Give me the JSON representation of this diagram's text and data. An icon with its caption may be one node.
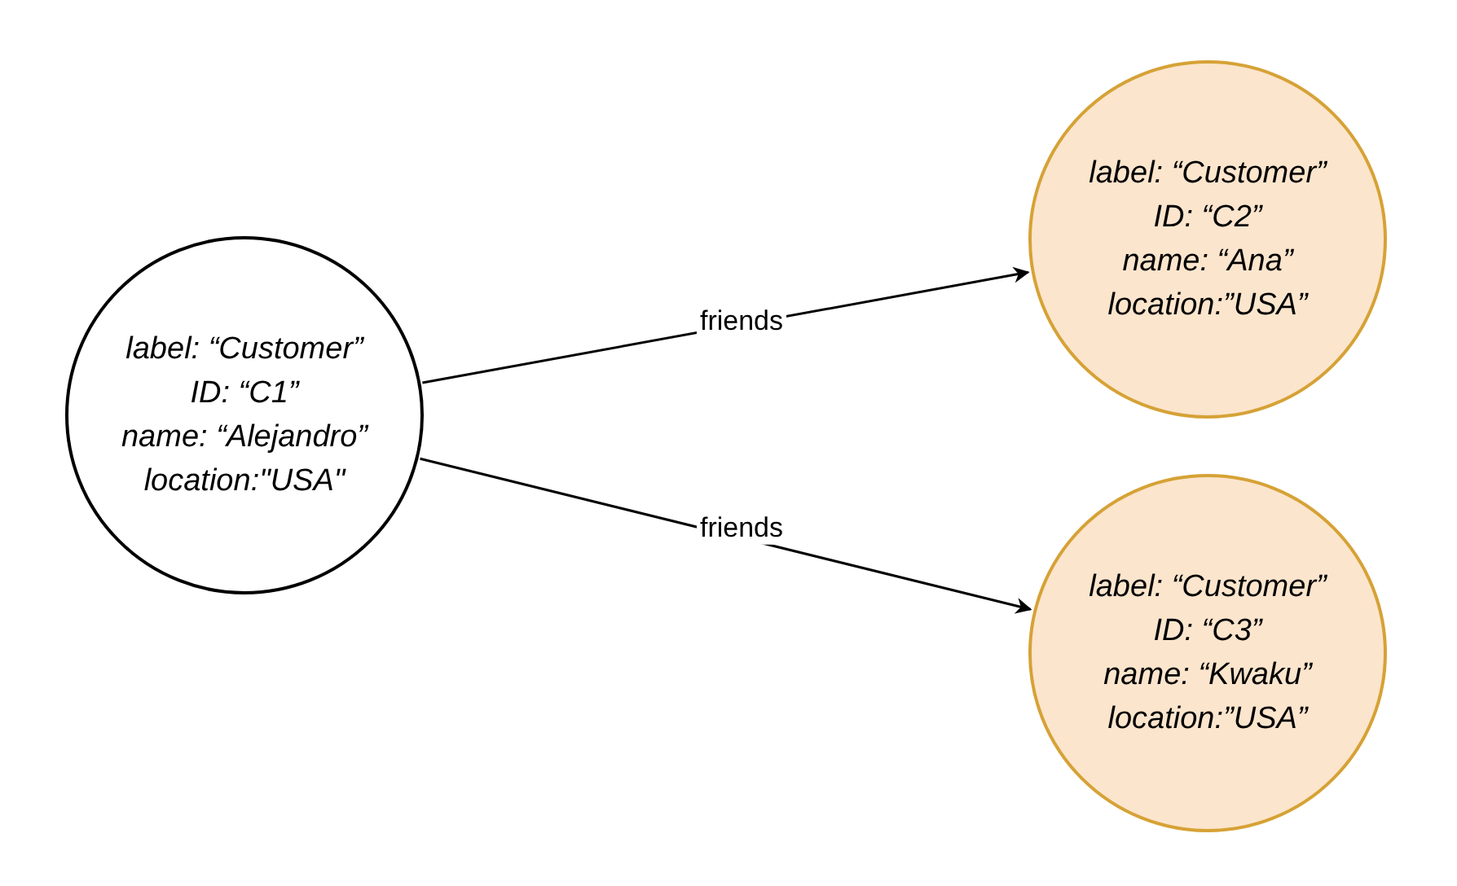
{
  "diagram": {
    "nodes": [
      {
        "text": [
          "label: “Customer”",
          "ID: “C1”",
          "name: “Alejandro”",
          "location:\"USA\""
        ]
      },
      {
        "text": [
          "label: “Customer”",
          "ID: “C2”",
          "name: “Ana”",
          "location:”USA”"
        ]
      },
      {
        "text": [
          "label: “Customer”",
          "ID: “C3”",
          "name: “Kwaku”",
          "location:”USA”"
        ]
      }
    ],
    "edges": [
      {
        "from": 0,
        "to": 1,
        "arrow": "to",
        "label": "friends"
      },
      {
        "from": 0,
        "to": 2,
        "arrow": "to",
        "label": "friends"
      }
    ]
  }
}
